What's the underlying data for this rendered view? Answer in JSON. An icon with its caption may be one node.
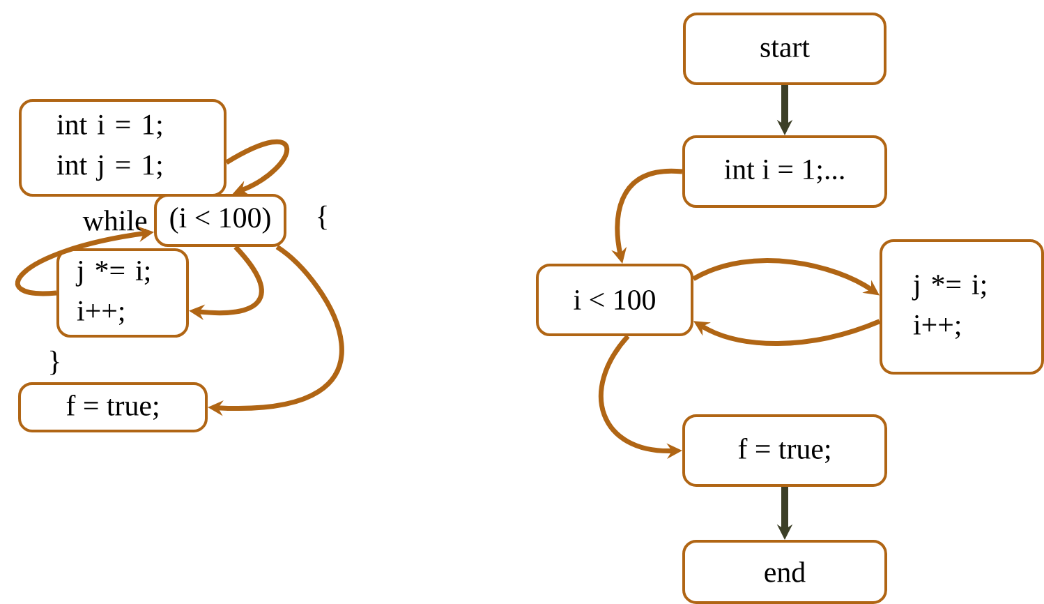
{
  "diagram": {
    "nodes": [
      {
        "text": [
          "int i = 1; int j = 1;"
        ]
      },
      {
        "text": [
          "(i < 100)"
        ]
      },
      {
        "text": [
          "j *= i; i++;"
        ]
      },
      {
        "text": [
          "f = true;"
        ]
      },
      {
        "text": [
          "start"
        ]
      },
      {
        "text": [
          "int i = 1;..."
        ]
      },
      {
        "text": [
          "i < 100"
        ]
      },
      {
        "text": [
          "j *= i; i++;"
        ]
      },
      {
        "text": [
          "f = true;"
        ]
      },
      {
        "text": [
          "end"
        ]
      }
    ],
    "edges": [
      {
        "from": 0,
        "to": 1,
        "arrow": "to"
      },
      {
        "from": 1,
        "to": 2,
        "arrow": "to"
      },
      {
        "from": 2,
        "to": 1,
        "arrow": "to"
      },
      {
        "from": 1,
        "to": 3,
        "arrow": "to"
      },
      {
        "from": 4,
        "to": 5,
        "arrow": "to",
        "color": "#3c3f27"
      },
      {
        "from": 5,
        "to": 6,
        "arrow": "to"
      },
      {
        "from": 6,
        "to": 7,
        "arrow": "to"
      },
      {
        "from": 7,
        "to": 6,
        "arrow": "to"
      },
      {
        "from": 6,
        "to": 8,
        "arrow": "to"
      },
      {
        "from": 8,
        "to": 9,
        "arrow": "to",
        "color": "#3c3f27"
      }
    ],
    "labels": [
      "while",
      "{",
      "}"
    ]
  }
}
